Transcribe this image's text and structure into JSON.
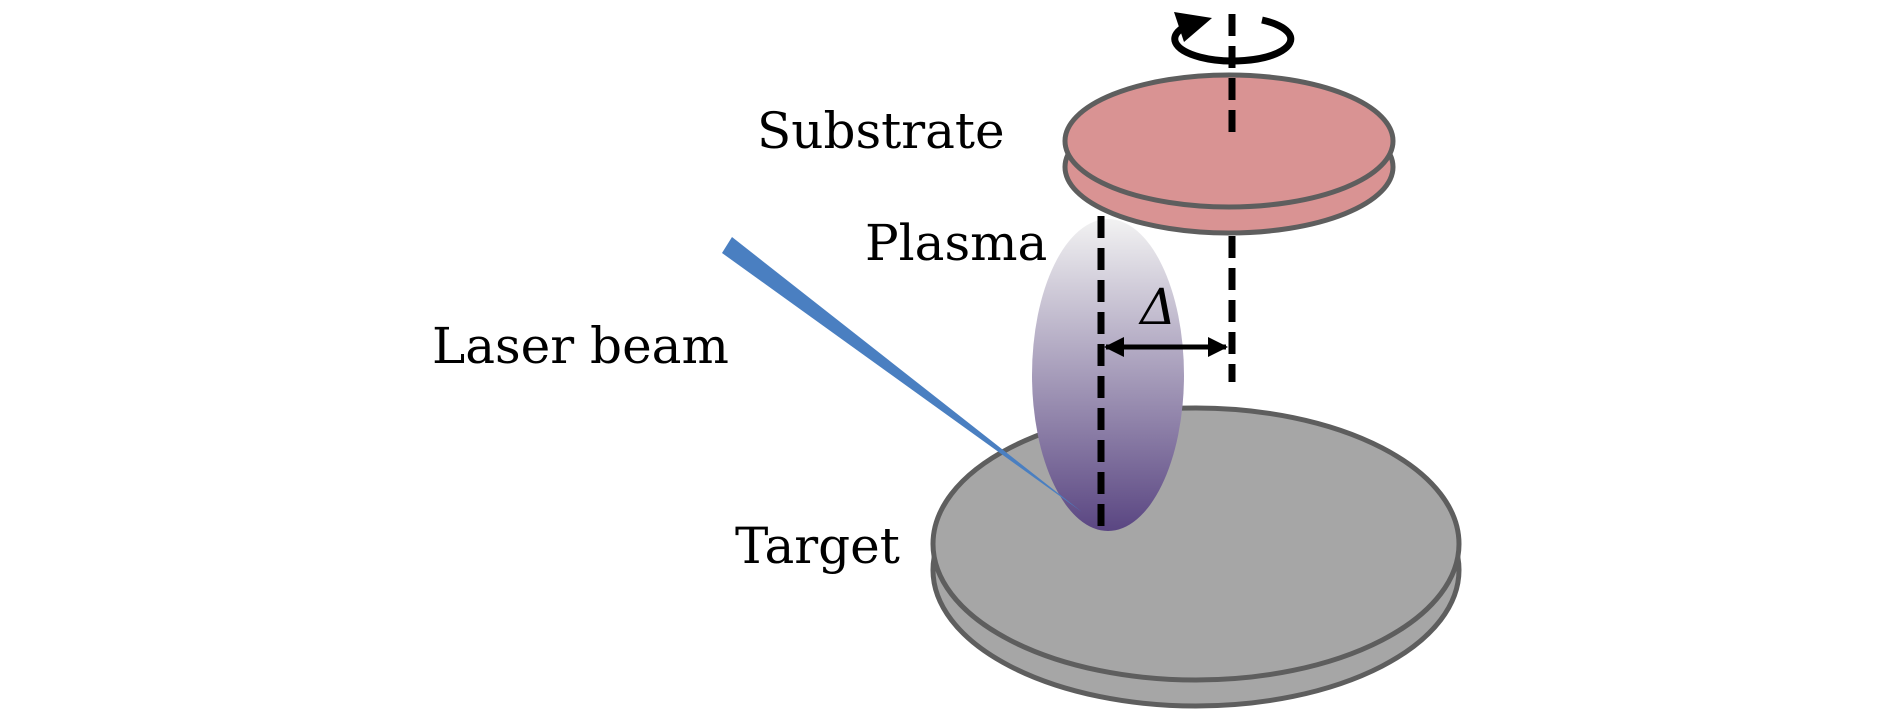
{
  "figure": {
    "title": "Off-axis pulsed laser deposition schematic",
    "labels": {
      "substrate": "Substrate",
      "plasma": "Plasma",
      "laser_beam": "Laser beam",
      "target": "Target",
      "offset_symbol": "Δ"
    },
    "colors": {
      "substrate_fill": "#d99393",
      "target_fill": "#a6a6a6",
      "outline": "#5e5e5e",
      "laser": "#4a7fc1",
      "plasma_top": "#f2f2f2",
      "plasma_bottom": "#5a4682",
      "axis_lines": "#000000"
    },
    "annotations": {
      "substrate_rotation": "rotation about vertical axis",
      "offset": "horizontal offset between plasma axis and substrate axis"
    }
  }
}
